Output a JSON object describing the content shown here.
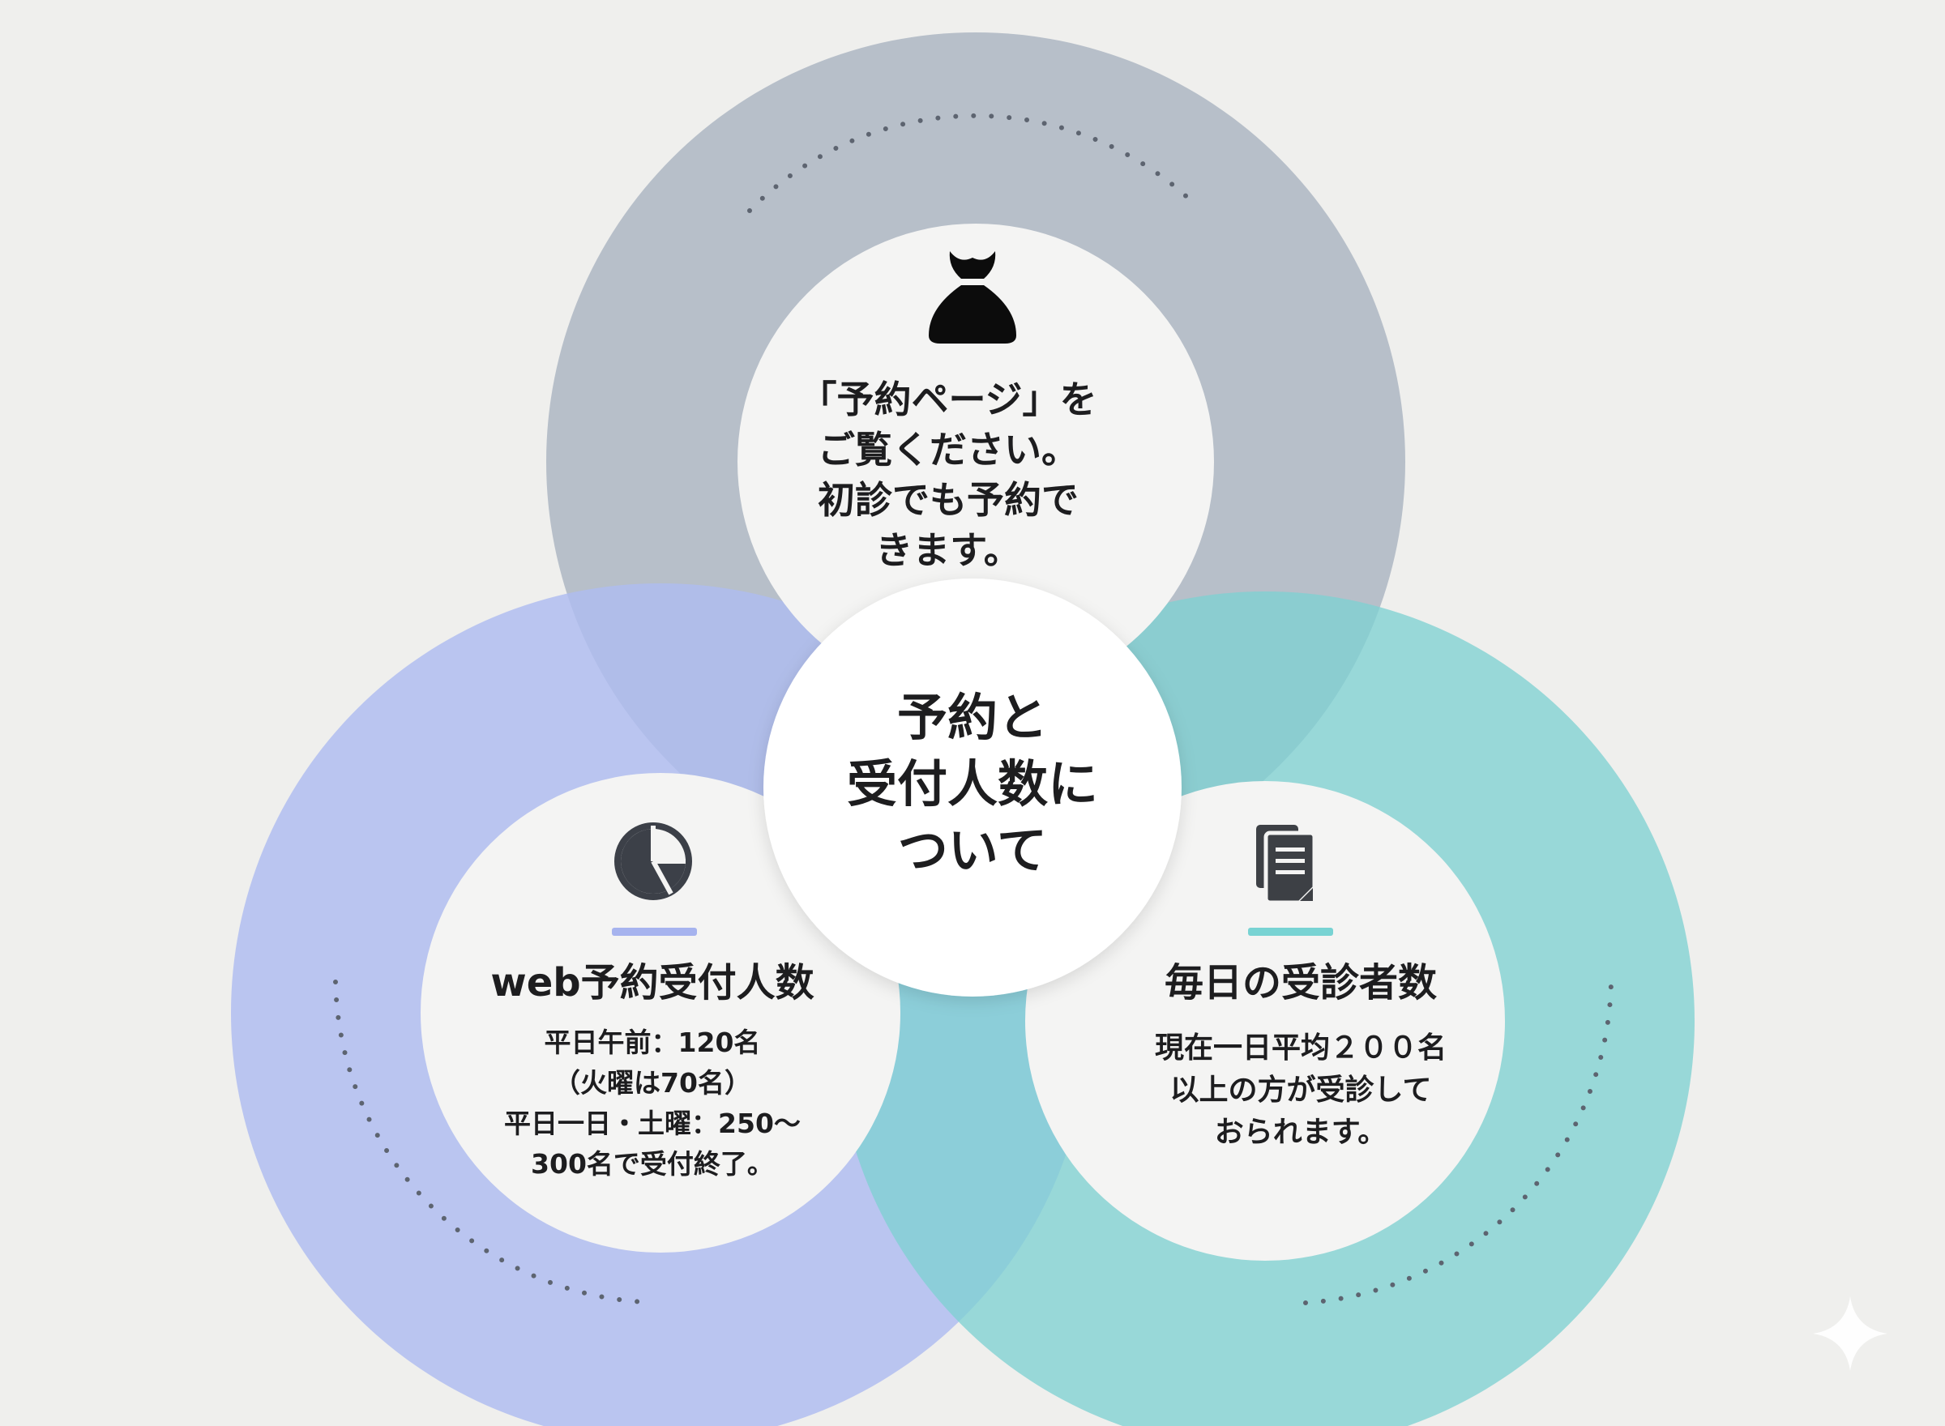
{
  "center": {
    "lines": [
      "予約と",
      "受付人数に",
      "ついて"
    ]
  },
  "top": {
    "icon": "money-bag-icon",
    "lines": [
      "「予約ページ」を",
      "ご覧ください。",
      "初診でも予約で",
      "きます。"
    ]
  },
  "left": {
    "icon": "pie-chart-icon",
    "title": "web予約受付人数",
    "lines": [
      "平日午前：120名",
      "（火曜は70名）",
      "平日一日・土曜：250～",
      "300名で受付終了。"
    ]
  },
  "right": {
    "icon": "document-copy-icon",
    "title": "毎日の受診者数",
    "lines": [
      "現在一日平均２００名",
      "以上の方が受診して",
      "おられます。"
    ]
  },
  "colors": {
    "background": "#efefed",
    "top_ring": "#b3bcc7",
    "left_ring": "#afbcf0",
    "right_ring": "#7fd1d2",
    "left_accent": "#a6b3ee",
    "right_accent": "#78d3d3",
    "dots": "#5d6470"
  },
  "decoration": {
    "corner_icon": "sparkle-icon"
  }
}
